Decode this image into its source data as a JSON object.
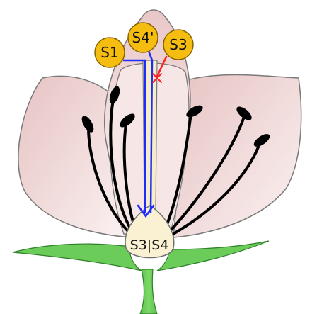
{
  "diagram": {
    "pollen_grains": [
      {
        "label": "S1",
        "outcome": "compatible"
      },
      {
        "label": "S4'",
        "outcome": "compatible"
      },
      {
        "label": "S3",
        "outcome": "rejected"
      }
    ],
    "ovary_genotype": "S3|S4",
    "colors": {
      "petal_fill": "#f1dcdc",
      "petal_stroke": "#6f6f6f",
      "pollen_fill": "#f5bd0f",
      "pollen_stroke": "#8a6400",
      "ovary_fill": "#faf0d2",
      "stem_leaf": "#6ccc5a",
      "stem_stroke": "#2f7f2a",
      "stamen": "#000000",
      "pollen_tube_compatible": "#1e2bff",
      "pollen_tube_rejected": "#ff2020"
    }
  }
}
